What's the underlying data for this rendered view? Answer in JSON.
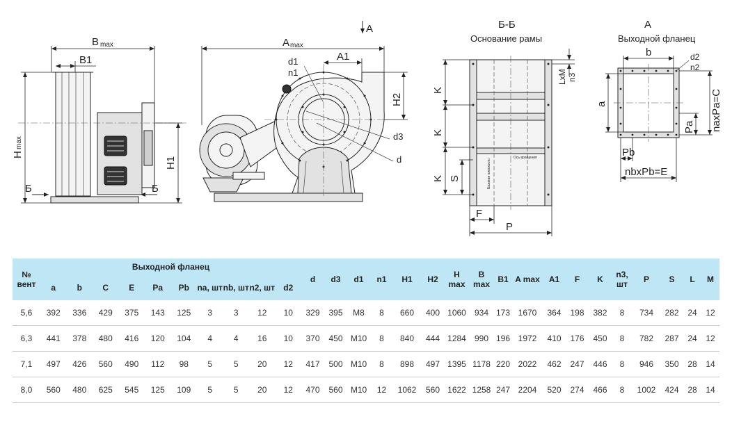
{
  "drawing": {
    "view1": {
      "b_max": "B",
      "b_max_sub": "max",
      "b1": "B1",
      "h_max": "H",
      "h_max_sub": "max",
      "h1": "H1",
      "sec_left": "Б",
      "sec_right": "Б"
    },
    "view2": {
      "a_max": "A",
      "a_max_sub": "max",
      "a1": "A1",
      "arrow_a": "A",
      "h2": "H2",
      "d1": "d1",
      "n1": "n1",
      "d3": "d3",
      "d": "d"
    },
    "view3": {
      "title": "Б-Б",
      "subtitle": "Основание рамы",
      "k1": "K",
      "k2": "K",
      "k3": "K",
      "s": "S",
      "f": "F",
      "p": "P",
      "lxm": "LxM",
      "n3": "n3",
      "base_plane": "Базовая плоскость",
      "axis": "Ось вращения"
    },
    "view4": {
      "title": "A",
      "subtitle": "Выходной фланец",
      "b": "b",
      "a": "a",
      "d2": "d2",
      "n2": "n2",
      "pa": "Pa",
      "naxpa": "naxPa=C",
      "pb": "Pb",
      "nbxpb": "nbxPb=E"
    }
  },
  "table": {
    "group_header": "Выходной фланец",
    "columns": [
      "№ вент",
      "a",
      "b",
      "C",
      "E",
      "Pa",
      "Pb",
      "na, шт",
      "nb, шт",
      "n2, шт",
      "d2",
      "d",
      "d3",
      "d1",
      "n1",
      "H1",
      "H2",
      "H max",
      "B max",
      "B1",
      "A max",
      "A1",
      "F",
      "K",
      "n3, шт",
      "P",
      "S",
      "L",
      "M"
    ],
    "rows": [
      [
        "5,6",
        "392",
        "336",
        "429",
        "375",
        "143",
        "125",
        "3",
        "3",
        "12",
        "10",
        "329",
        "395",
        "M8",
        "8",
        "660",
        "400",
        "1060",
        "934",
        "173",
        "1670",
        "364",
        "198",
        "382",
        "8",
        "734",
        "282",
        "24",
        "12"
      ],
      [
        "6,3",
        "441",
        "378",
        "480",
        "416",
        "120",
        "104",
        "4",
        "4",
        "16",
        "10",
        "370",
        "450",
        "M10",
        "8",
        "840",
        "444",
        "1284",
        "990",
        "196",
        "1972",
        "410",
        "176",
        "450",
        "8",
        "782",
        "287",
        "24",
        "12"
      ],
      [
        "7,1",
        "497",
        "426",
        "560",
        "490",
        "112",
        "98",
        "5",
        "5",
        "20",
        "12",
        "417",
        "500",
        "M10",
        "8",
        "898",
        "497",
        "1395",
        "1178",
        "220",
        "2022",
        "462",
        "247",
        "446",
        "8",
        "946",
        "350",
        "28",
        "14"
      ],
      [
        "8,0",
        "560",
        "480",
        "625",
        "545",
        "125",
        "109",
        "5",
        "5",
        "20",
        "12",
        "470",
        "560",
        "M10",
        "12",
        "1062",
        "560",
        "1622",
        "1258",
        "247",
        "2204",
        "520",
        "274",
        "466",
        "8",
        "1002",
        "424",
        "28",
        "14"
      ]
    ]
  }
}
